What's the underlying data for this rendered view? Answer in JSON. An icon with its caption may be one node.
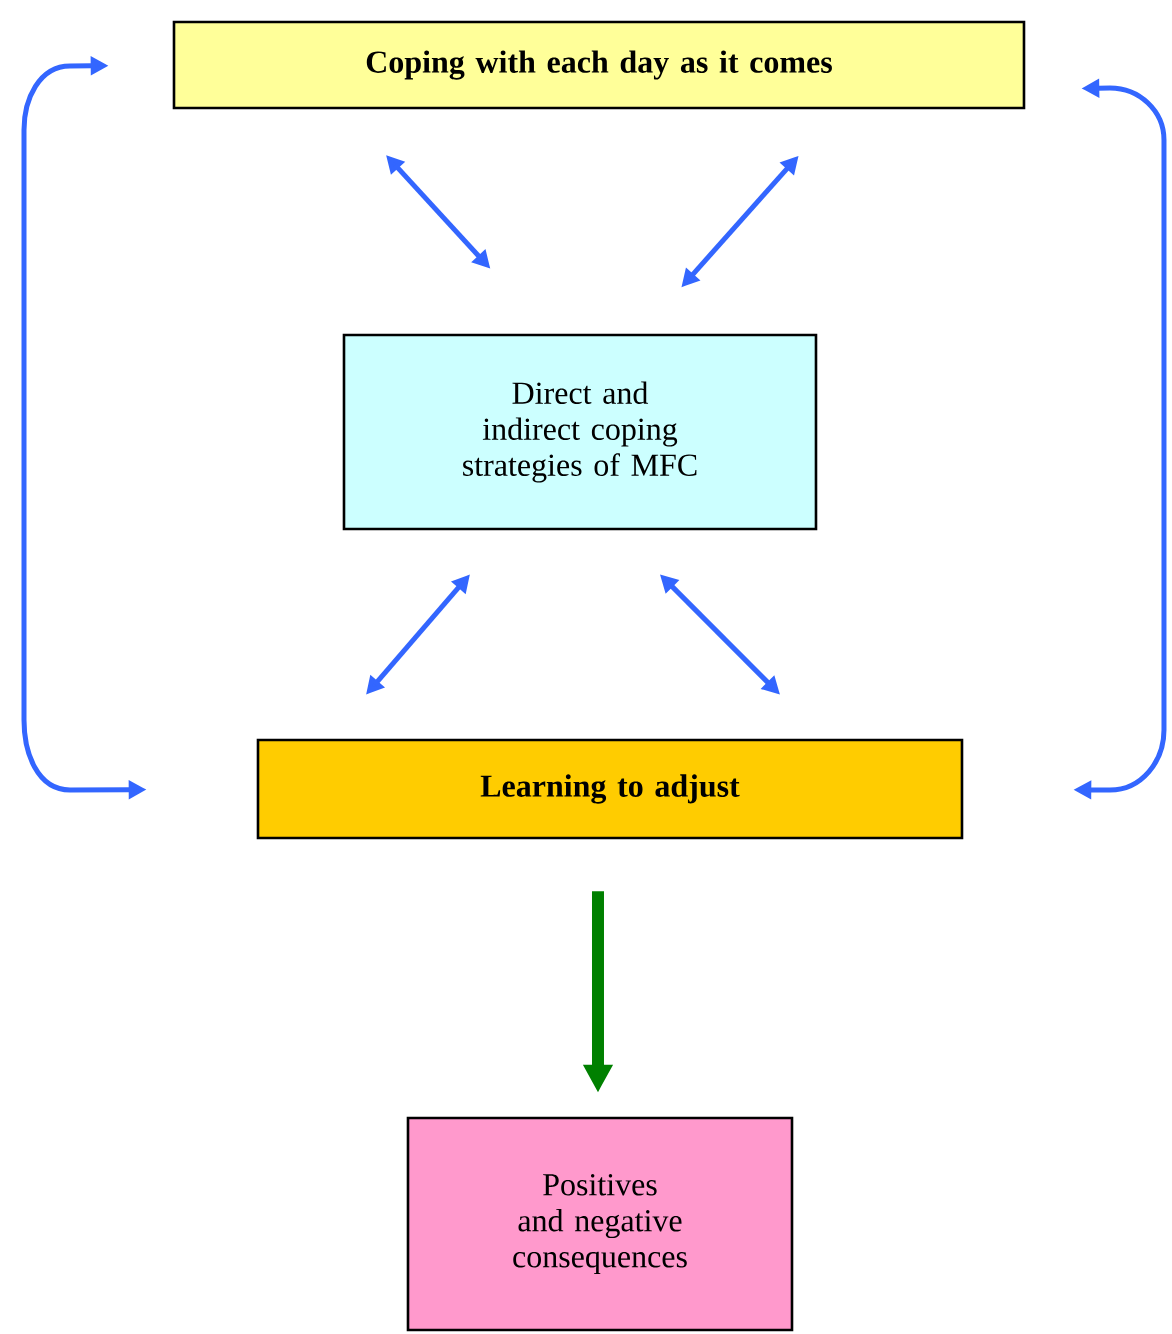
{
  "diagram": {
    "nodes": [
      {
        "text": [
          "Coping with each day as it comes"
        ]
      },
      {
        "text": [
          "Direct and indirect coping strategies of MFC"
        ]
      },
      {
        "text": [
          "Learning to adjust"
        ]
      },
      {
        "text": [
          "Positives and negative consequences"
        ]
      }
    ],
    "edges": [
      {
        "from": 0,
        "to": 1,
        "arrow": "both"
      },
      {
        "from": 0,
        "to": 1,
        "arrow": "both"
      },
      {
        "from": 1,
        "to": 2,
        "arrow": "both"
      },
      {
        "from": 1,
        "to": 2,
        "arrow": "both"
      },
      {
        "from": 2,
        "to": 0,
        "arrow": "both"
      },
      {
        "from": 2,
        "to": 0,
        "arrow": "both"
      },
      {
        "from": 2,
        "to": 3,
        "arrow": "to",
        "style": "thick",
        "color": "#008000"
      }
    ]
  }
}
